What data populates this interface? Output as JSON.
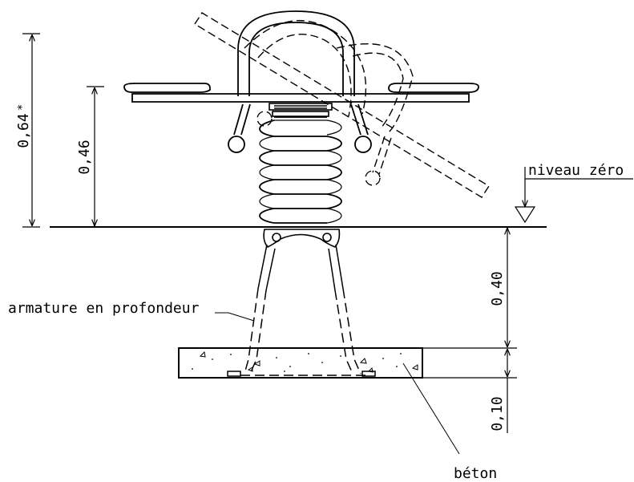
{
  "labels": {
    "zero_level": "niveau zéro",
    "reinforcement": "armature en profondeur",
    "concrete": "béton"
  },
  "dimensions": {
    "total_height": "0,64",
    "total_height_mark": "*",
    "seat_height": "0,46",
    "foundation_depth": "0,40",
    "foundation_thickness": "0,10"
  },
  "colors": {
    "line": "#000000",
    "background": "#ffffff"
  }
}
